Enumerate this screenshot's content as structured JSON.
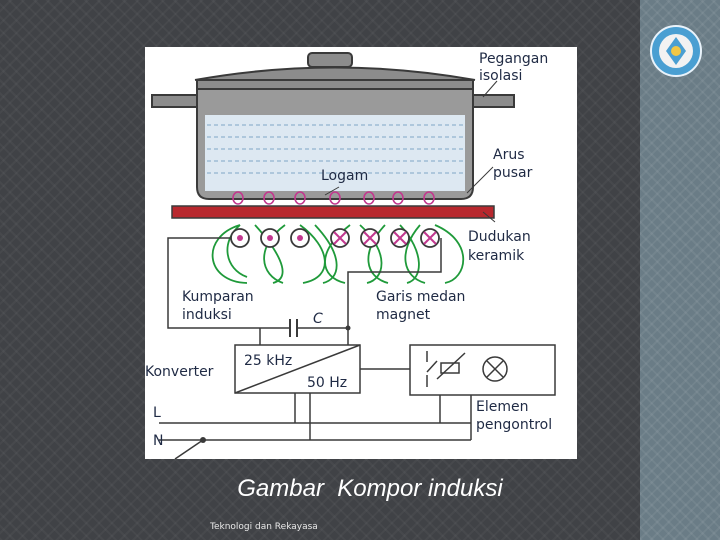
{
  "slide": {
    "caption": "Gambar  Kompor induksi",
    "footer": "Teknologi dan Rekayasa"
  },
  "diagram": {
    "labels": {
      "pegangan_line1": "Pegangan",
      "pegangan_line2": "isolasi",
      "arus_line1": "Arus",
      "arus_line2": "pusar",
      "logam": "Logam",
      "dudukan_line1": "Dudukan",
      "dudukan_line2": "keramik",
      "kumparan_line1": "Kumparan",
      "kumparan_line2": "induksi",
      "garis_line1": "Garis medan",
      "garis_line2": "magnet",
      "capacitor": "C",
      "freq_in": "25 kHz",
      "freq_out": "50 Hz",
      "konverter": "Konverter",
      "line_l": "L",
      "line_n": "N",
      "elemen_line1": "Elemen",
      "elemen_line2": "pengontrol"
    },
    "colors": {
      "field_lines": "#1f9a3a",
      "eddy": "#c2388f",
      "plate": "#b8282e",
      "text": "#1f2a44"
    }
  }
}
